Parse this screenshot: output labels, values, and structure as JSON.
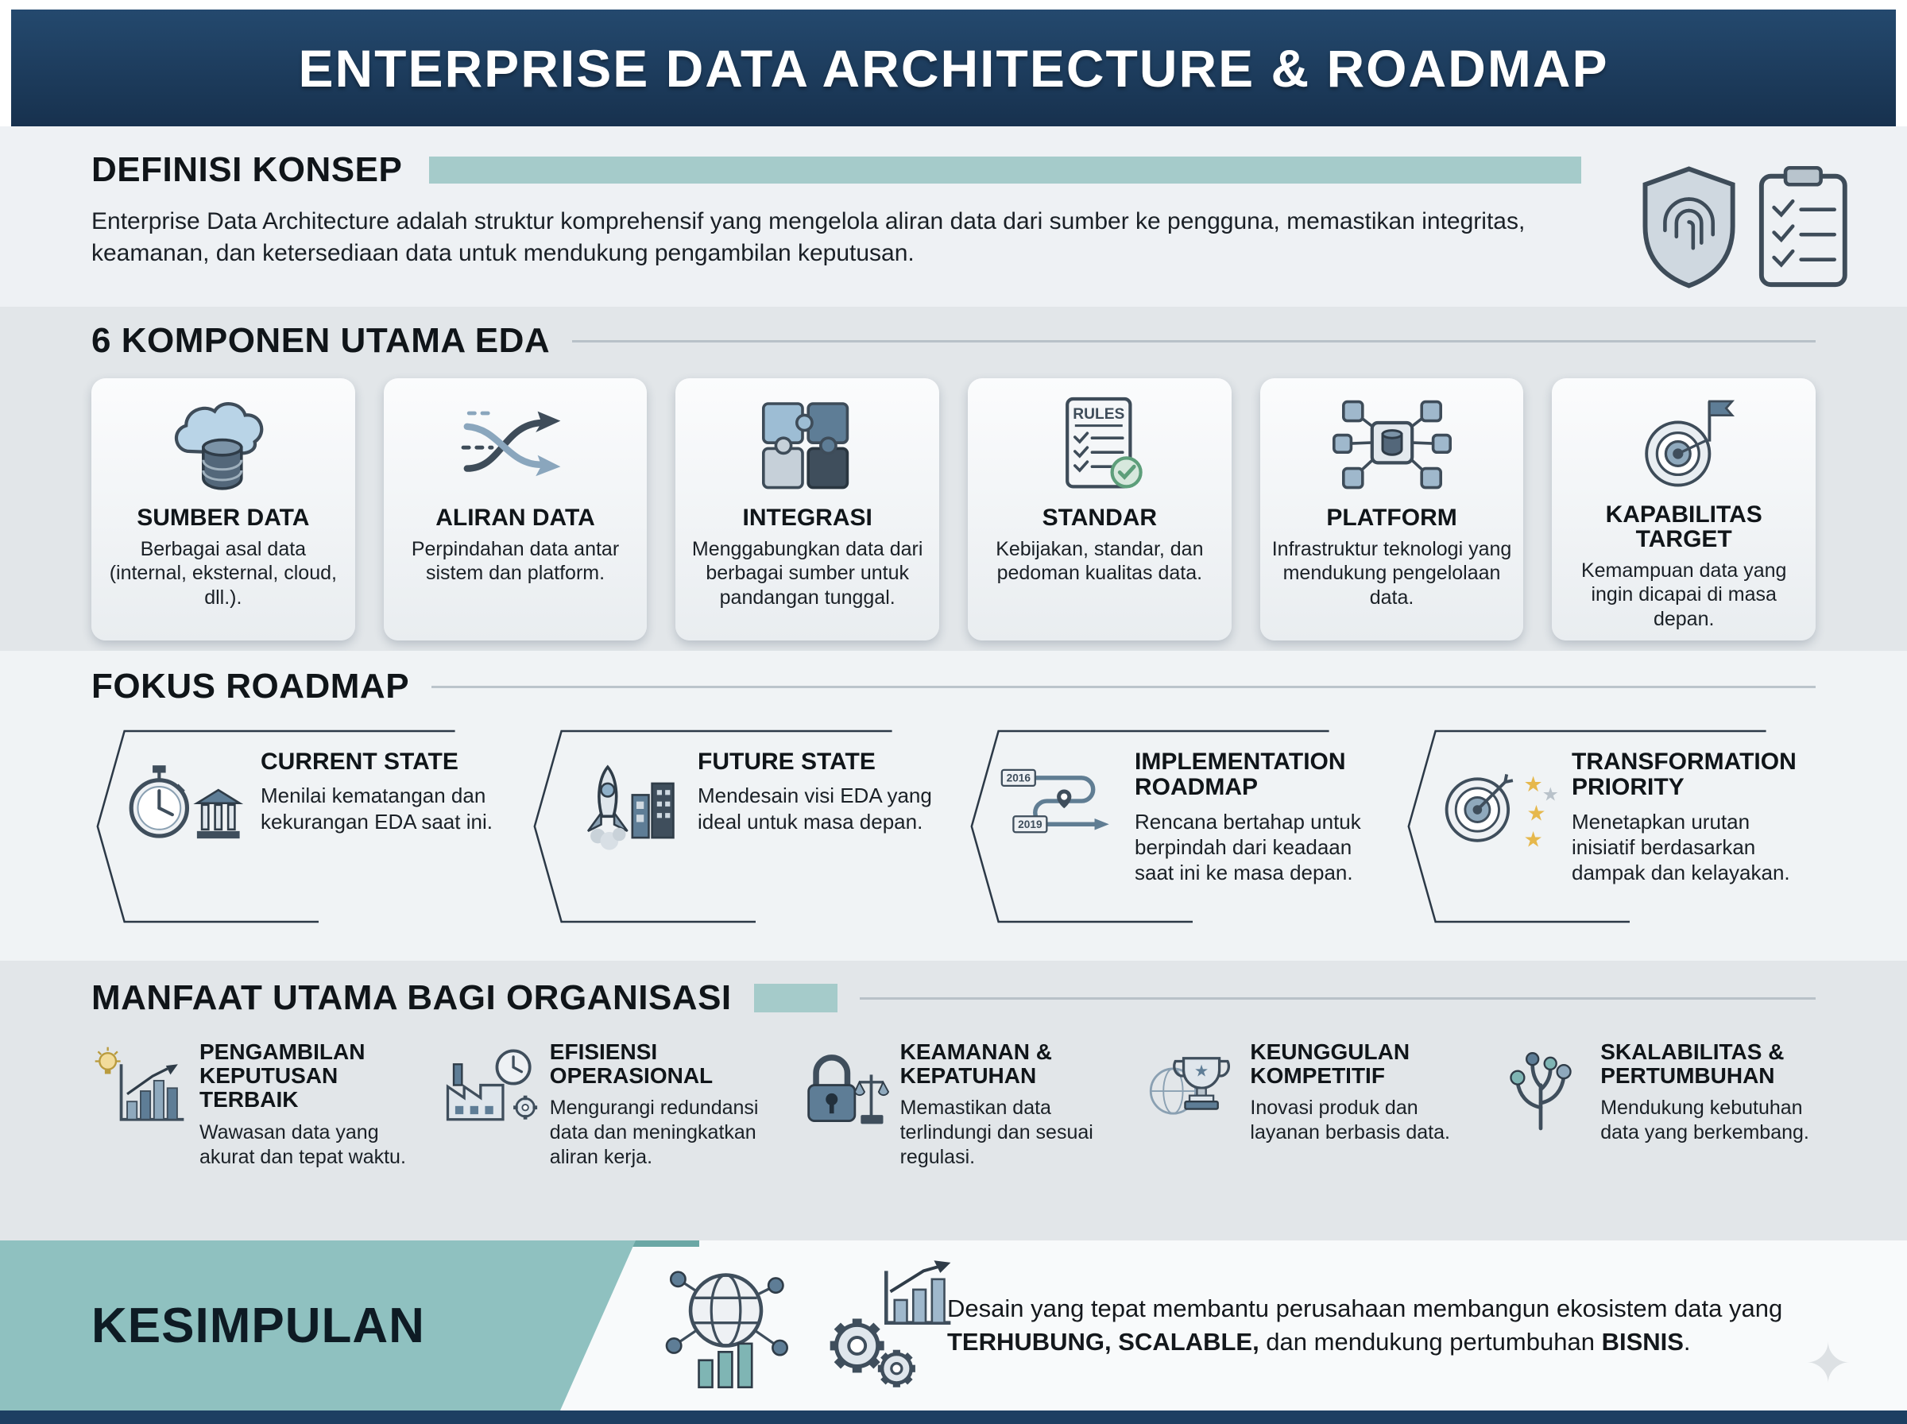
{
  "colors": {
    "navy": "#1d3f62",
    "teal": "#a5cbca",
    "teal_dark": "#8fc1c0",
    "card_bg": "#eef1f4",
    "accent_blue": "#5e7d96"
  },
  "header": {
    "title": "ENTERPRISE DATA ARCHITECTURE & ROADMAP"
  },
  "definisi": {
    "title": "DEFINISI KONSEP",
    "body": "Enterprise Data Architecture adalah struktur komprehensif yang mengelola aliran data dari sumber ke pengguna, memastikan integritas, keamanan, dan ketersediaan data untuk mendukung pengambilan keputusan."
  },
  "komponen": {
    "title": "6 KOMPONEN UTAMA EDA",
    "items": [
      {
        "title": "SUMBER DATA",
        "desc": "Berbagai asal data (internal, eksternal, cloud, dll.).",
        "icon": "database-cloud-icon"
      },
      {
        "title": "ALIRAN DATA",
        "desc": "Perpindahan data antar sistem dan platform.",
        "icon": "data-flow-icon"
      },
      {
        "title": "INTEGRASI",
        "desc": "Menggabungkan data dari berbagai sumber untuk pandangan tunggal.",
        "icon": "puzzle-icon"
      },
      {
        "title": "STANDAR",
        "desc": "Kebijakan, standar, dan pedoman kualitas data.",
        "icon": "rules-document-icon",
        "icon_label": "RULES"
      },
      {
        "title": "PLATFORM",
        "desc": "Infrastruktur teknologi yang mendukung pengelolaan data.",
        "icon": "platform-network-icon"
      },
      {
        "title": "KAPABILITAS TARGET",
        "desc": "Kemampuan data yang ingin dicapai di masa depan.",
        "icon": "target-flag-icon"
      }
    ]
  },
  "roadmap": {
    "title": "FOKUS ROADMAP",
    "items": [
      {
        "title": "CURRENT STATE",
        "desc": "Menilai kematangan dan kekurangan EDA saat ini.",
        "icon": "stopwatch-icon"
      },
      {
        "title": "FUTURE STATE",
        "desc": "Mendesain visi EDA yang ideal untuk masa depan.",
        "icon": "rocket-icon"
      },
      {
        "title": "IMPLEMENTATION ROADMAP",
        "desc": "Rencana bertahap untuk berpindah dari keadaan saat ini ke masa depan.",
        "icon": "timeline-icon",
        "years": [
          "2016",
          "2019"
        ]
      },
      {
        "title": "TRANSFORMATION PRIORITY",
        "desc": "Menetapkan urutan inisiatif berdasarkan dampak dan kelayakan.",
        "icon": "priority-target-icon"
      }
    ]
  },
  "manfaat": {
    "title": "MANFAAT UTAMA BAGI ORGANISASI",
    "items": [
      {
        "title": "PENGAMBILAN KEPUTUSAN TERBAIK",
        "desc": "Wawasan data yang akurat dan tepat waktu.",
        "icon": "insight-chart-icon"
      },
      {
        "title": "EFISIENSI OPERASIONAL",
        "desc": "Mengurangi redundansi data dan meningkatkan aliran kerja.",
        "icon": "factory-clock-icon"
      },
      {
        "title": "KEAMANAN & KEPATUHAN",
        "desc": "Memastikan data terlindungi dan sesuai regulasi.",
        "icon": "padlock-scale-icon"
      },
      {
        "title": "KEUNGGULAN KOMPETITIF",
        "desc": "Inovasi produk dan layanan berbasis data.",
        "icon": "trophy-globe-icon"
      },
      {
        "title": "SKALABILITAS & PERTUMBUHAN",
        "desc": "Mendukung kebutuhan data yang berkembang.",
        "icon": "growth-tree-icon"
      }
    ]
  },
  "kesimpulan": {
    "title": "KESIMPULAN",
    "seg1": "Desain yang tepat membantu perusahaan membangun ekosistem data yang ",
    "bold1": "TERHUBUNG,",
    "seg2": " ",
    "bold2": "SCALABLE,",
    "seg3": " dan mendukung pertumbuhan ",
    "bold3": "BISNIS",
    "seg4": "."
  }
}
